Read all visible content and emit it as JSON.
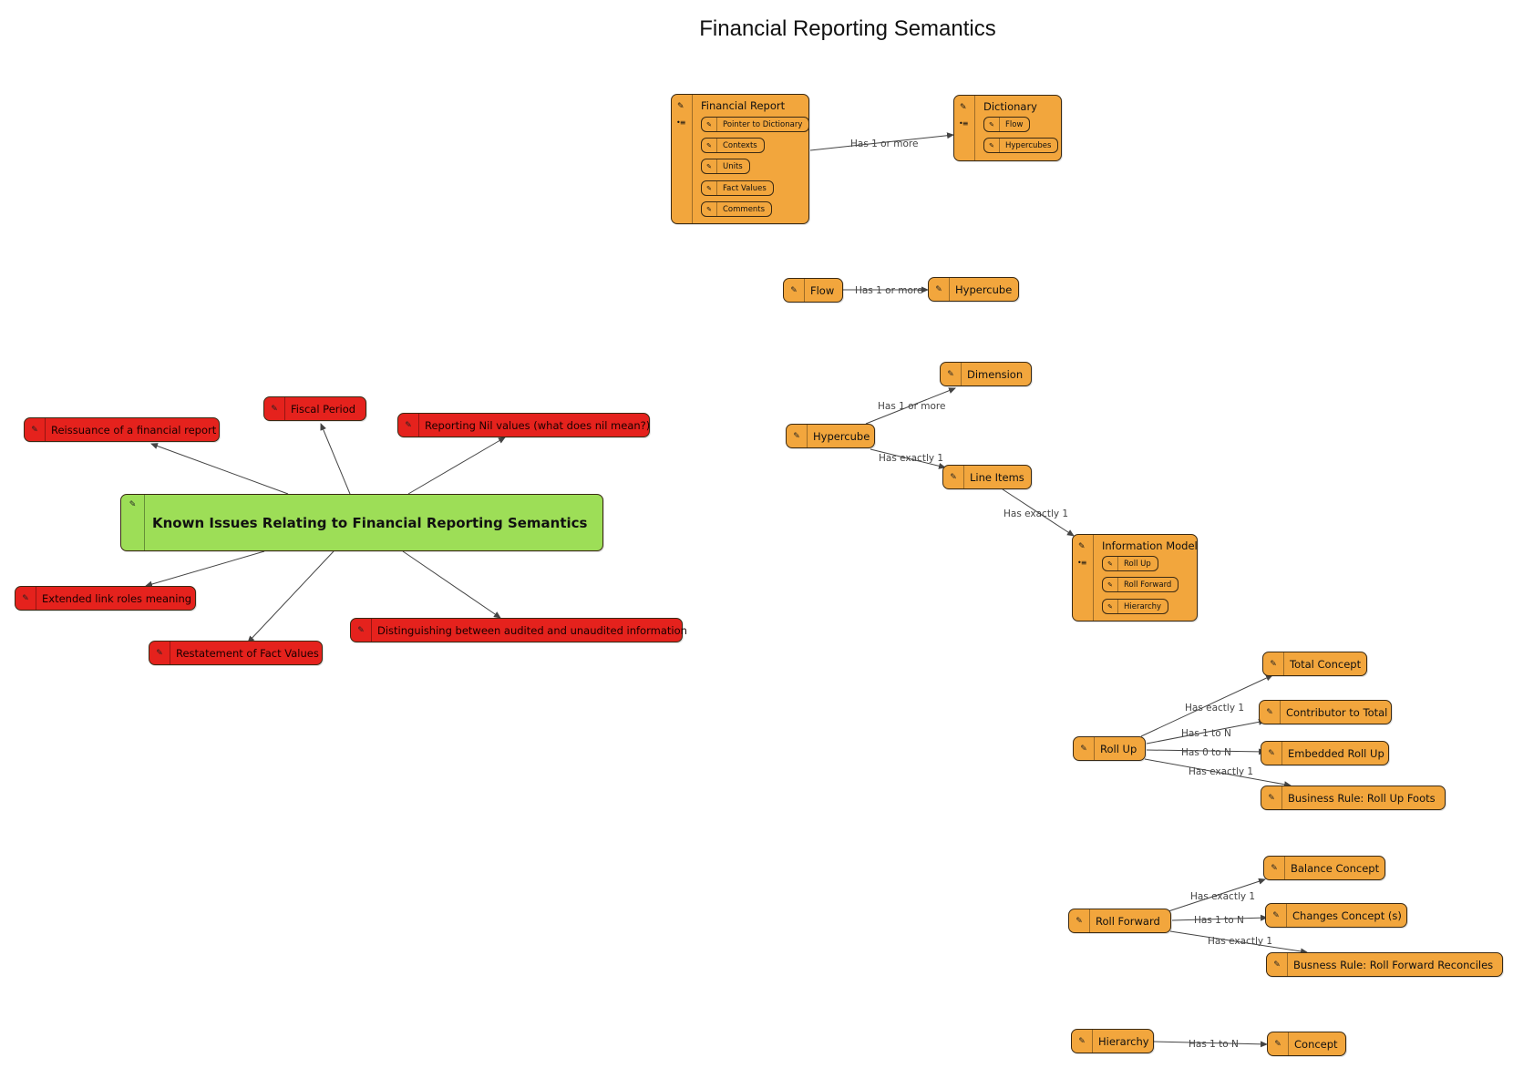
{
  "title": "Financial Reporting Semantics",
  "icons": {
    "pin": "pin-icon",
    "subtopics": "subtopics-icon"
  },
  "colors": {
    "orange": "#f2a63d",
    "red": "#e5221d",
    "green": "#9dde57",
    "edge": "#444444"
  },
  "groups": {
    "financial_report": {
      "label": "Financial Report",
      "children": [
        "Pointer to Dictionary",
        "Contexts",
        "Units",
        "Fact Values",
        "Comments"
      ]
    },
    "dictionary": {
      "label": "Dictionary",
      "children": [
        "Flow",
        "Hypercubes"
      ]
    },
    "information_model": {
      "label": "Information Model",
      "children": [
        "Roll Up",
        "Roll Forward",
        "Hierarchy"
      ]
    }
  },
  "nodes": {
    "flow": "Flow",
    "hypercube_target": "Hypercube",
    "dimension": "Dimension",
    "hypercube": "Hypercube",
    "line_items": "Line Items",
    "total_concept": "Total Concept",
    "contributor_to_total": "Contributor to Total",
    "roll_up": "Roll Up",
    "embedded_roll_up": "Embedded Roll Up",
    "business_rule_roll_up": "Business Rule: Roll Up Foots",
    "balance_concept": "Balance Concept",
    "roll_forward": "Roll Forward",
    "changes_concept": "Changes Concept (s)",
    "business_rule_roll_forward": "Busness Rule: Roll Forward Reconciles",
    "hierarchy": "Hierarchy",
    "concept": "Concept",
    "known_issues": "Known Issues Relating to Financial Reporting Semantics",
    "issue_reissuance": "Reissuance of a financial report",
    "issue_fiscal_period": "Fiscal Period",
    "issue_nil_values": "Reporting Nil values (what does nil mean?)",
    "issue_extended_link_roles": "Extended link roles meaning",
    "issue_restatement": "Restatement of Fact Values",
    "issue_audited": "Distinguishing between audited and unaudited information"
  },
  "edge_labels": {
    "fr_dictionary": "Has 1 or more",
    "flow_hypercube": "Has 1 or more",
    "hc_dimension": "Has 1 or more",
    "hc_line_items": "Has exactly 1",
    "li_info_model": "Has exactly 1",
    "ru_total": "Has eactly 1",
    "ru_contributor": "Has 1 to N",
    "ru_embedded": "Has 0 to N",
    "ru_business_rule": "Has exactly 1",
    "rf_balance": "Has exactly 1",
    "rf_changes": "Has 1 to N",
    "rf_business_rule": "Has exactly 1",
    "hier_concept": "Has 1 to N"
  }
}
